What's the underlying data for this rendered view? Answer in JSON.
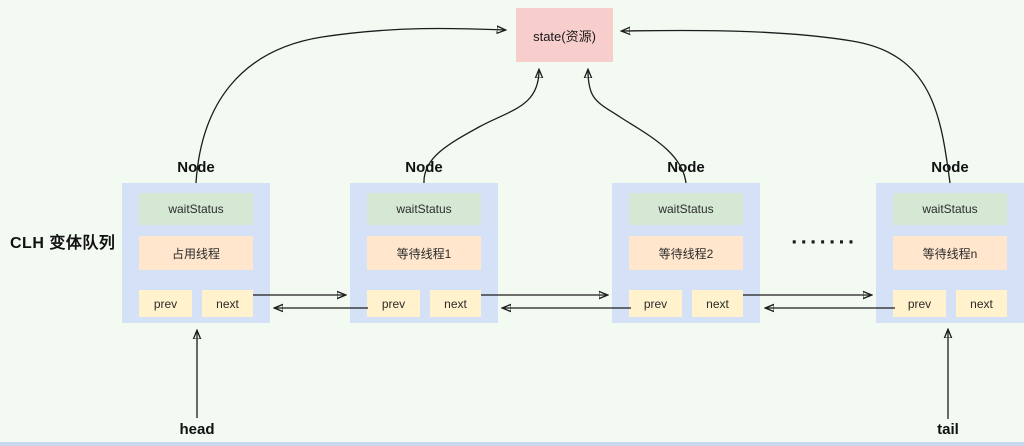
{
  "diagram": {
    "title_label": "CLH 变体队列",
    "state_box": {
      "label": "state(资源)",
      "color": "#f8cecc"
    },
    "ellipsis": "·······",
    "head_label": "head",
    "tail_label": "tail",
    "colors": {
      "background": "#f2faf2",
      "node_container": "#d5e1f7",
      "wait_status_cell": "#d5e8d4",
      "thread_cell": "#ffe6cc",
      "pointer_cell": "#fff2cc",
      "state_box": "#f8cecc",
      "arrow": "#1c1c1c",
      "bottom_bar": "#c9d7ef"
    },
    "nodes": [
      {
        "title": "Node",
        "wait_status": "waitStatus",
        "thread": "占用线程",
        "prev": "prev",
        "next": "next"
      },
      {
        "title": "Node",
        "wait_status": "waitStatus",
        "thread": "等待线程1",
        "prev": "prev",
        "next": "next"
      },
      {
        "title": "Node",
        "wait_status": "waitStatus",
        "thread": "等待线程2",
        "prev": "prev",
        "next": "next"
      },
      {
        "title": "Node",
        "wait_status": "waitStatus",
        "thread": "等待线程n",
        "prev": "prev",
        "next": "next"
      }
    ]
  }
}
